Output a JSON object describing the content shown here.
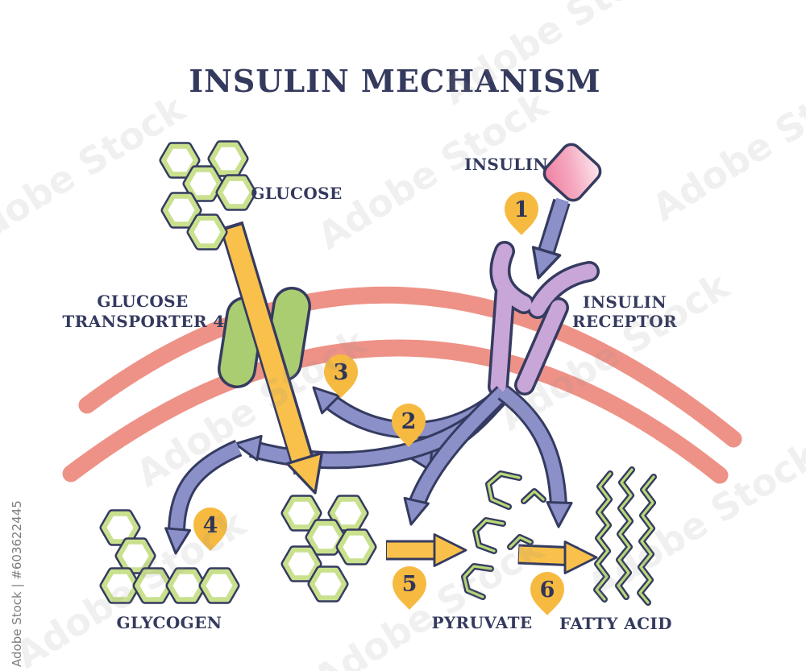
{
  "title": "INSULIN MECHANISM",
  "molecules": {
    "glucose": "GLUCOSE",
    "transporter": [
      "GLUCOSE",
      "TRANSPORTER 4"
    ],
    "insulin": "INSULIN",
    "receptor": [
      "INSULIN",
      "RECEPTOR"
    ],
    "glycogen": "GLYCOGEN",
    "pyruvate": "PYRUVATE",
    "fatty_acid": "FATTY ACID"
  },
  "steps": [
    "1",
    "2",
    "3",
    "4",
    "5",
    "6"
  ],
  "watermark": {
    "side": "Adobe Stock | #603622445",
    "tile": "Adobe Stock"
  },
  "colors": {
    "ink": "#353b60",
    "membrane_salmon": "#ee9287",
    "arrow_purple": "#8b90c9",
    "arrow_yellow": "#f9c14b",
    "badge_orange": "#f6ba41",
    "receptor_lavender": "#c9a6d8",
    "transporter_green": "#aacd72",
    "hexagon_green": "#c9e08d",
    "insulin_pink": "#ee7c9d"
  }
}
